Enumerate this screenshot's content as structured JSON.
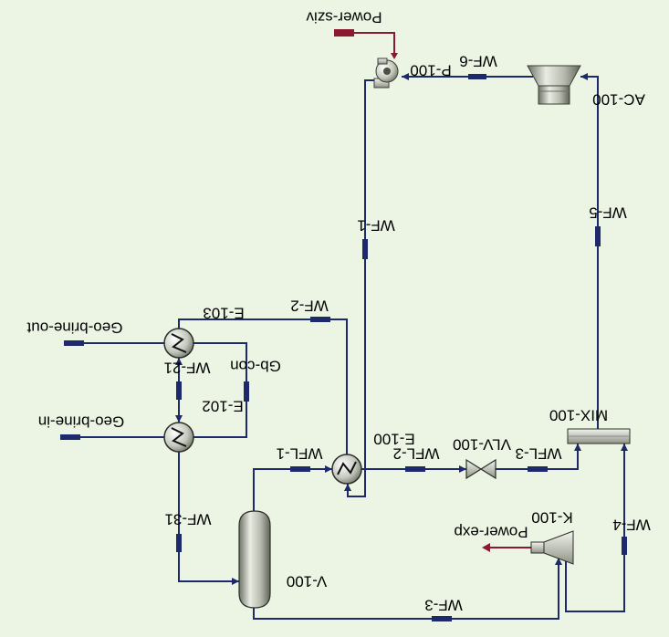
{
  "colors": {
    "background": "#ecf5e3",
    "stream": "#1c2a6b",
    "energy": "#8a1a30",
    "equipment": "#9aa090"
  },
  "streams": {
    "power_sziv": "Power-sziv",
    "wf_6": "WF-6",
    "wf_1": "WF-1",
    "wf_5": "WF-5",
    "wf_2": "WF-2",
    "geo_brine_out": "Geo-brine-out",
    "wf_21": "WF-21",
    "gb_con": "Gb-con",
    "geo_brine_in": "Geo-brine-in",
    "wfl_1": "WFL-1",
    "wfl_2": "WFL-2",
    "wfl_3": "WFL-3",
    "wf_31": "WF-31",
    "power_exp": "Power-exp",
    "wf_4": "WF-4",
    "wf_3": "WF-3"
  },
  "equipment": {
    "p_100": "P-100",
    "ac_100": "AC-100",
    "e_103": "E-103",
    "e_102": "E-102",
    "e_100": "E-100",
    "vlv_100": "VLV-100",
    "mix_100": "MIX-100",
    "k_100": "K-100",
    "v_100": "V-100"
  }
}
